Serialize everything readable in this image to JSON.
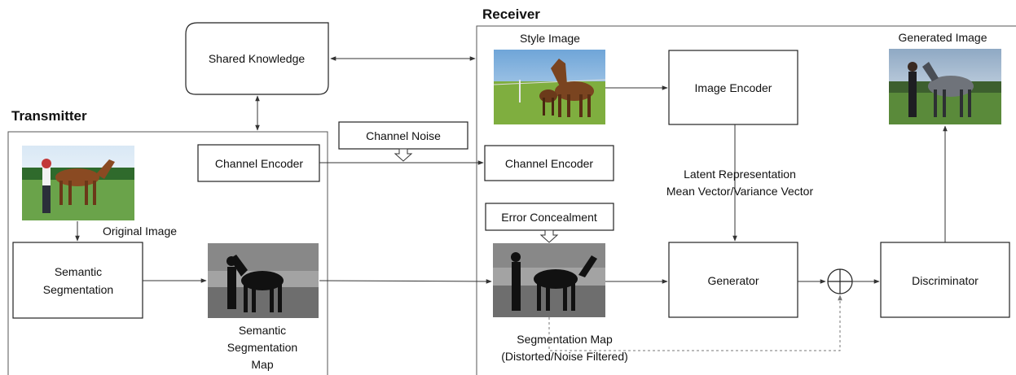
{
  "receiver_title": "Receiver",
  "transmitter_title": "Transmitter",
  "shared_knowledge": "Shared Knowledge",
  "transmitter": {
    "original_image_label": "Original Image",
    "semantic_segmentation": [
      "Semantic",
      "Segmentation"
    ],
    "semantic_segmentation_map": [
      "Semantic",
      "Segmentation",
      "Map"
    ],
    "channel_encoder": "Channel Encoder"
  },
  "channel_noise": "Channel Noise",
  "receiver": {
    "channel_encoder": "Channel Encoder",
    "style_image_label": "Style Image",
    "image_encoder": "Image Encoder",
    "latent_representation": [
      "Latent Representation",
      "Mean Vector/Variance Vector"
    ],
    "error_concealment": "Error Concealment",
    "segmentation_map_label": [
      "Segmentation Map",
      "(Distorted/Noise Filtered)"
    ],
    "generator": "Generator",
    "discriminator": "Discriminator",
    "generated_image_label": "Generated Image"
  },
  "icons": {
    "adder": "circle-plus-icon",
    "noise_arrow": "hollow-down-arrow-icon",
    "concealment_arrow": "hollow-down-arrow-icon"
  },
  "colors": {
    "sky": "#9cc3e6",
    "grass": "#5e9a3a",
    "horse": "#7a4420",
    "seg_dark": "#111111",
    "seg_light": "#9a9a9a",
    "seg_mid": "#6e6e6e"
  }
}
